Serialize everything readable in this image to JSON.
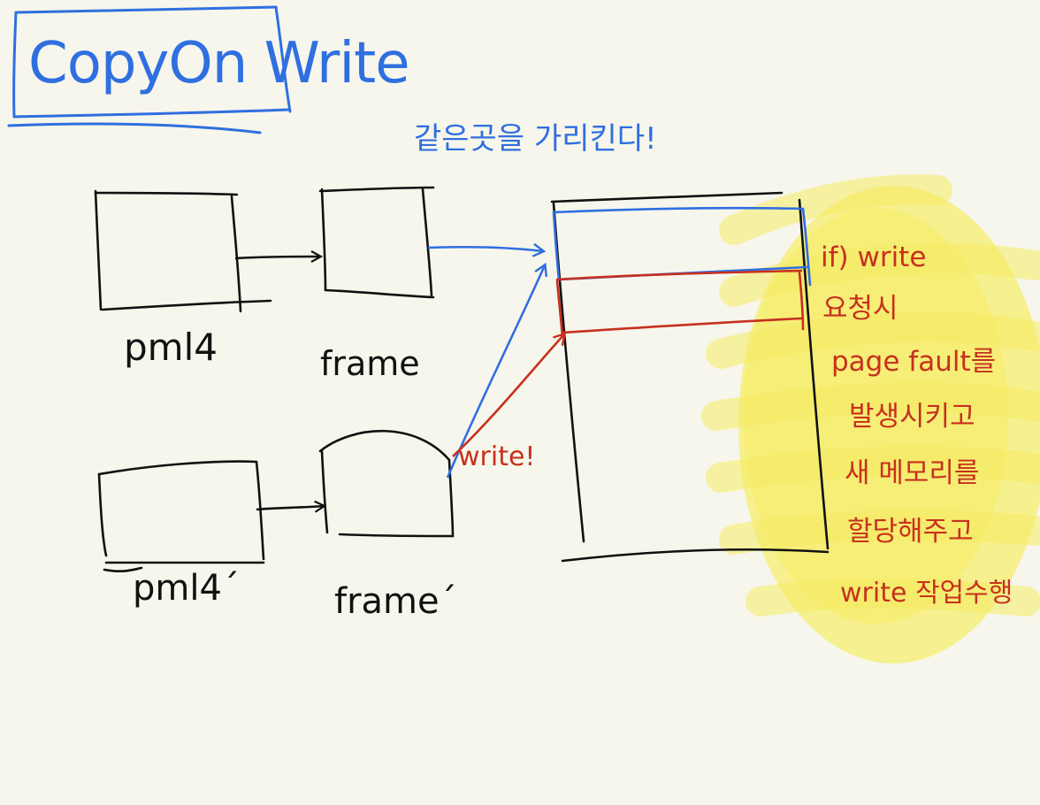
{
  "title": "CopyOn Write",
  "subtitle": "같은곳을 가리킨다!",
  "labels": {
    "pml4": "pml4",
    "frame": "frame",
    "pml4_prime": "pml4´",
    "frame_prime": "frame´",
    "write": "write!"
  },
  "notes": [
    "if) write",
    "요청시",
    "page fault를",
    "발생시키고",
    "새 메모리를",
    "할당해주고",
    "write 작업수행"
  ],
  "colors": {
    "background": "#f7f6ec",
    "ink": "#111111",
    "blue": "#2f6fe0",
    "red": "#c7301e",
    "highlight": "#f6ee5a"
  }
}
